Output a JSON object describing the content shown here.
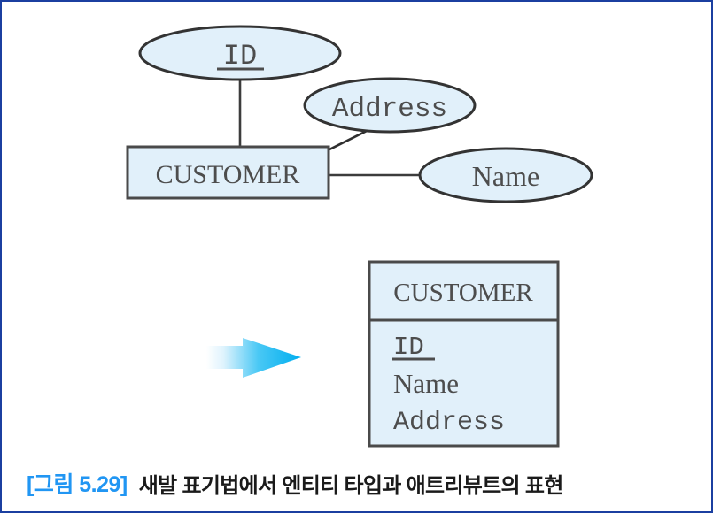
{
  "figure": {
    "border_color": "#1b3fa0",
    "background": "#ffffff"
  },
  "er_diagram": {
    "entity": {
      "label": "CUSTOMER",
      "fill": "#e1f0fa",
      "stroke": "#3c3c3c"
    },
    "attributes": [
      {
        "label": "ID",
        "is_key": true,
        "fill": "#e1f0fa",
        "stroke": "#3c3c3c"
      },
      {
        "label": "Address",
        "is_key": false,
        "fill": "#e1f0fa",
        "stroke": "#3c3c3c"
      },
      {
        "label": "Name",
        "is_key": false,
        "fill": "#e1f0fa",
        "stroke": "#3c3c3c"
      }
    ]
  },
  "arrow": {
    "name": "transform-arrow",
    "gradient_from": "#f4fbff",
    "gradient_to": "#00aeef"
  },
  "crow_foot_table": {
    "header": "CUSTOMER",
    "fill": "#e1f0fa",
    "stroke": "#3c3c3c",
    "rows": [
      {
        "label": "ID",
        "is_key": true
      },
      {
        "label": "Name",
        "is_key": false
      },
      {
        "label": "Address",
        "is_key": false
      }
    ]
  },
  "caption": {
    "tag": "[그림 5.29]",
    "tag_color": "#2196f3",
    "text": "새발 표기법에서 엔티티 타입과 애트리뷰트의 표현",
    "text_color": "#1a1a1a"
  }
}
